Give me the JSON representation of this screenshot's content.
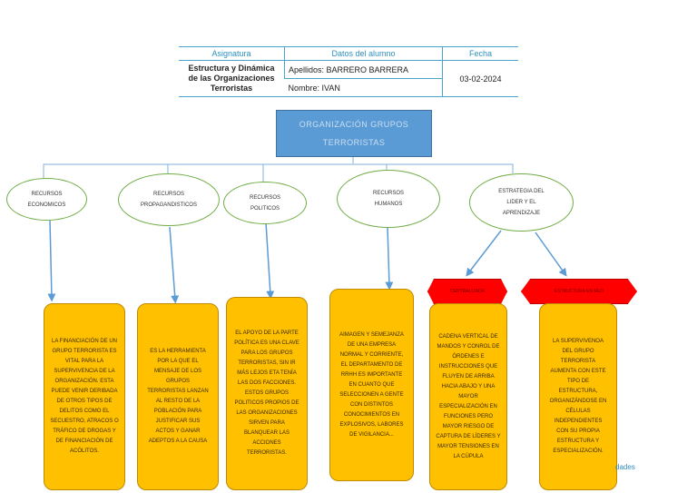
{
  "header": {
    "col_subject": "Asignatura",
    "col_student": "Datos del alumno",
    "col_date": "Fecha",
    "subject": "Estructura y Dinámica de las Organizaciones Terroristas",
    "surname": "Apellidos: BARRERO BARRERA",
    "name": "Nombre: IVAN",
    "date": "03-02-2024"
  },
  "root": {
    "line1": "ORGANIZACIÓN GRUPOS",
    "line2": "TERRORISTAS"
  },
  "nodes": [
    {
      "label": "RECURSOS ECONOMICOS"
    },
    {
      "label": "RECURSOS PROPAGANDISTICOS"
    },
    {
      "label": "RECURSOS POLITICOS"
    },
    {
      "label": "RECURSOS HUMANOS"
    },
    {
      "label": "ESTRATEGIA DEL LIDER Y EL APRENDIZAJE"
    }
  ],
  "strategy_types": [
    {
      "label": "CENTRALIZADA"
    },
    {
      "label": "ESTRUCTURA EN RED"
    }
  ],
  "boxes": [
    {
      "text": "LA FINANCIACIÓN DE UN GRUPO TERRORISTA ES VITAL PARA LA SUPERVIVENCIA DE LA ORGANIZACIÓN. ESTA PUEDE VENIR DERIBADA DE OTROS TIPOS DE DELITOS COMO EL SECUESTRO, ATRACOS O TRÁFICO DE DROGAS Y DE FINANCIACIÓN DE ACÓLITOS."
    },
    {
      "text": "ES LA HERRAMIENTA POR LA QUE EL MENSAJE DE LOS GRUPOS TERRORISTAS LANZAN AL RESTO DE LA POBLACIÓN PARA JUSTIFICAR SUS ACTOS Y GANAR ADEPTOS A LA CAUSA"
    },
    {
      "text": "EL APOYO DE LA PARTE POLÍTICA ES UNA CLAVE PARA LOS GRUPOS TERRORISTAS, SIN IR MÁS LEJOS ETA TENÍA LAS DOS FACCIONES. ESTOS GRUPOS POLITICOS PROPIOS DE LAS ORGANIZACIONES SIRVEN PARA BLANQUEAR LAS ACCIONES TERRORISTAS."
    },
    {
      "text": "AIMAGEN Y SEMEJANZA DE UNA EMPRESA NORMAL Y CORRIENTE, EL DEPARTAMENTO DE RRHH ES IMPORTANTE EN CUANTO QUE SELECCIONEN A GENTE CON DISTINTOS CONOCIMIENTOS EN EXPLOSIVOS, LABORES DE VIGILANCIA..."
    },
    {
      "text": "CADENA VERTICAL DE MANDOS Y CONROL DE ÓRDENES E INSTRUCCIONES QUE FLUYEN DE ARRIBA HACIA ABAJO Y UNA MAYOR ESPECIALIZACIÓN EN FUNCIONES PERO MAYOR RIESGO DE CAPTURA DE LÍDERES Y MAYOR TENSIONES EN LA CÚPULA"
    },
    {
      "text": "LA SUPERVIVENOA DEL GRUPO TERRORISTA AUMENTA CON ESTE TIPO DE ESTRUCTURA, ORGANIZÁNDOSE EN CÉLULAS INDEPENDIENTES CON SU PROPIA ESTRUCTURA Y ESPECIALIZACIÓN."
    }
  ],
  "stray_text": "dades"
}
